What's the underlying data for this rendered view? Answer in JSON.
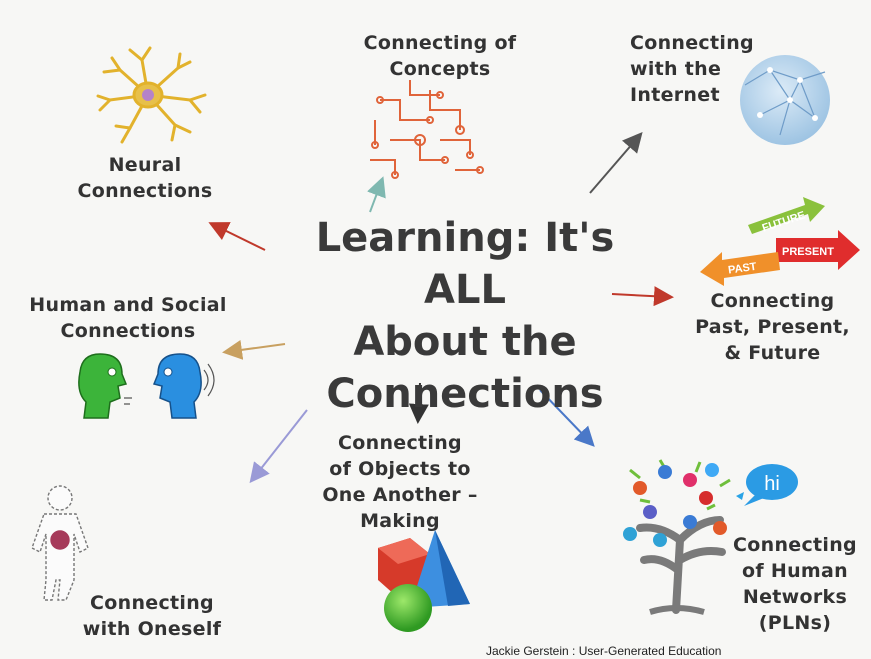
{
  "center_title": [
    "Learning: It's ALL",
    "About the",
    "Connections"
  ],
  "nodes": {
    "neural": [
      "Neural",
      "Connections"
    ],
    "concepts": [
      "Connecting of",
      "Concepts"
    ],
    "internet": [
      "Connecting",
      "with the",
      "Internet"
    ],
    "time": [
      "Connecting",
      "Past, Present,",
      "& Future"
    ],
    "social": [
      "Human and Social",
      "Connections"
    ],
    "objects": [
      "Connecting",
      "of Objects to",
      "One Another –",
      "Making"
    ],
    "oneself": [
      "Connecting",
      "with Oneself"
    ],
    "networks": [
      "Connecting",
      "of Human",
      "Networks",
      "(PLNs)"
    ]
  },
  "time_arrows": {
    "past": "PAST",
    "present": "PRESENT",
    "future": "FUTURE"
  },
  "speech_bubble": "hi",
  "credit": "Jackie Gerstein : User-Generated Education",
  "colors": {
    "neural_arrow": "#c0392b",
    "concepts_arrow": "#7fb8b0",
    "internet_arrow": "#555555",
    "time_arrow": "#c0392b",
    "social_arrow": "#c8a060",
    "objects_arrow": "#333333",
    "oneself_arrow": "#9a9ad6",
    "networks_arrow": "#4a78c8"
  }
}
